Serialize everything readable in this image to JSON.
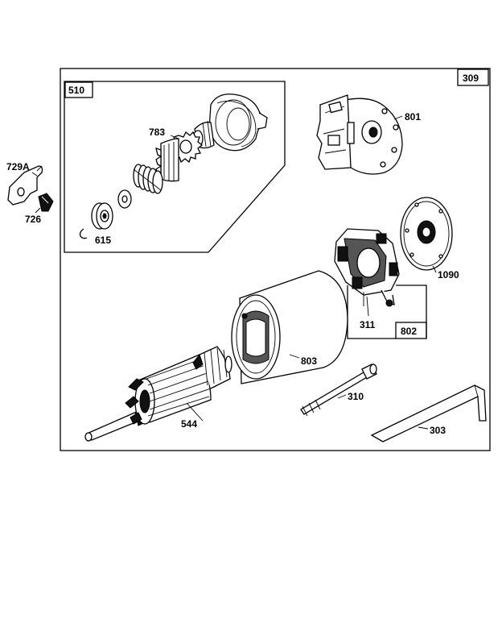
{
  "assembly_number": "309",
  "subassembly_box": {
    "number": "510"
  },
  "brush_box": {
    "number": "802"
  },
  "parts": [
    {
      "id": "p729a",
      "label": "729A"
    },
    {
      "id": "p726",
      "label": "726"
    },
    {
      "id": "p783",
      "label": "783"
    },
    {
      "id": "p615",
      "label": "615"
    },
    {
      "id": "p801",
      "label": "801"
    },
    {
      "id": "p1090",
      "label": "1090"
    },
    {
      "id": "p311",
      "label": "311"
    },
    {
      "id": "p803",
      "label": "803"
    },
    {
      "id": "p310",
      "label": "310"
    },
    {
      "id": "p544",
      "label": "544"
    },
    {
      "id": "p303",
      "label": "303"
    }
  ]
}
